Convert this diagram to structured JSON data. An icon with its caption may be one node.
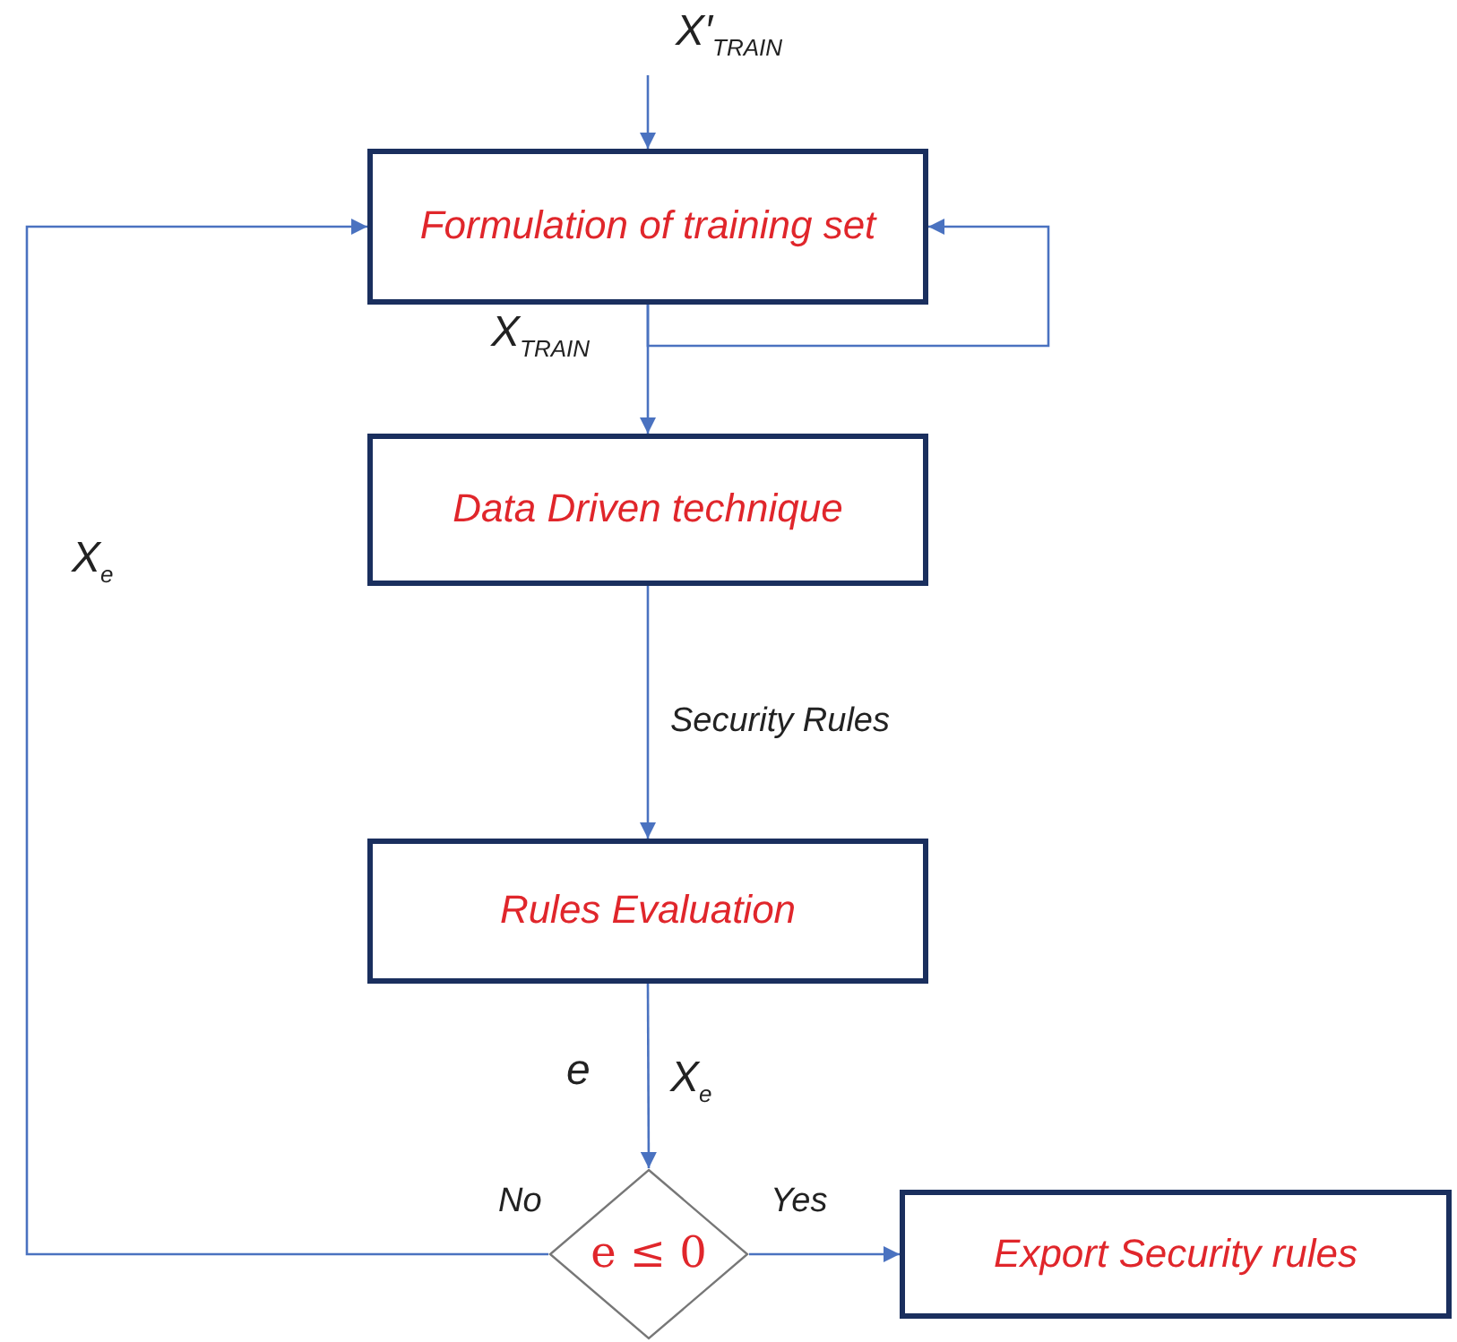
{
  "diagram": {
    "nodes": [
      {
        "text": [
          "Formulation of training set"
        ]
      },
      {
        "text": [
          "Data Driven technique"
        ]
      },
      {
        "text": [
          "Rules Evaluation"
        ]
      },
      {
        "text": [
          "e ≤ 0"
        ]
      },
      {
        "text": [
          "Export Security rules"
        ]
      }
    ],
    "edges": [
      {
        "from": null,
        "to": 0,
        "arrow": "to",
        "label": "X′$_{TRAIN}$"
      },
      {
        "from": 0,
        "to": 1,
        "arrow": "to",
        "label": "X$_{TRAIN}$"
      },
      {
        "from": 0,
        "to": 0,
        "arrow": "to"
      },
      {
        "from": 1,
        "to": 2,
        "arrow": "to",
        "label": "Security Rules"
      },
      {
        "from": 2,
        "to": 3,
        "arrow": "to",
        "label": "e"
      },
      {
        "from": 3,
        "to": 0,
        "arrow": "to",
        "label": "No"
      },
      {
        "from": 3,
        "to": 4,
        "arrow": "to",
        "label": "Yes"
      }
    ],
    "labels": [
      "X$_{e}$",
      "X$_{e}$"
    ]
  }
}
